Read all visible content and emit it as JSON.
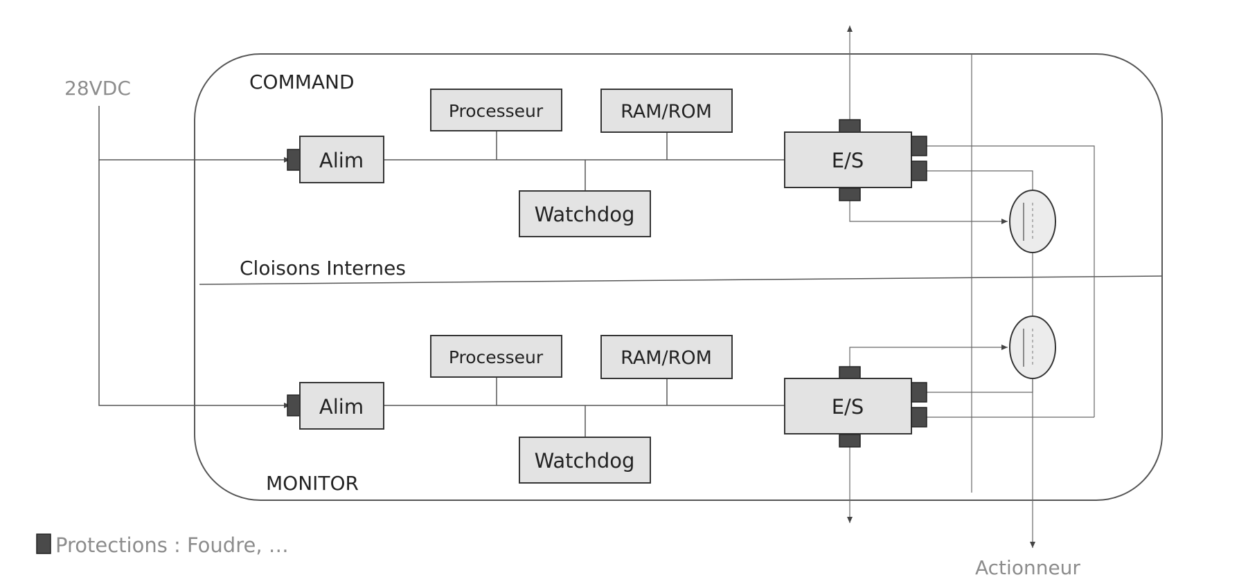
{
  "power_label": "28VDC",
  "partition_label": "Cloisons Internes",
  "actuator_label": "Actionneur",
  "legend_label": "Protections : Foudre, …",
  "command": {
    "title": "COMMAND",
    "alim": "Alim",
    "processor": "Processeur",
    "memory": "RAM/ROM",
    "watchdog": "Watchdog",
    "io": "E/S"
  },
  "monitor": {
    "title": "MONITOR",
    "alim": "Alim",
    "processor": "Processeur",
    "memory": "RAM/ROM",
    "watchdog": "Watchdog",
    "io": "E/S"
  },
  "colors": {
    "box_fill": "#e3e3e3",
    "protection_fill": "#4a4a4a",
    "label_grey": "#8c8c8c"
  }
}
